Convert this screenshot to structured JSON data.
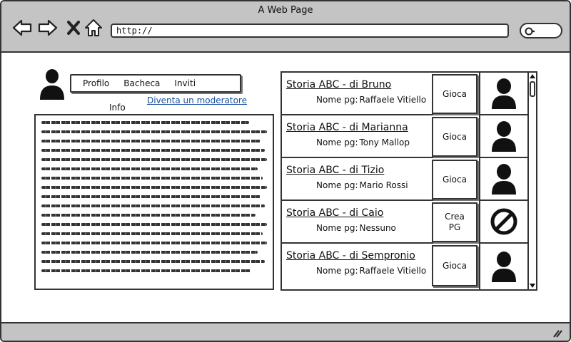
{
  "window": {
    "title": "A Web Page"
  },
  "browser": {
    "url": "http://",
    "icons": [
      "back-arrow-icon",
      "forward-arrow-icon",
      "stop-x-icon",
      "home-icon",
      "search-icon"
    ]
  },
  "profile": {
    "tabs": [
      {
        "label": "Profilo"
      },
      {
        "label": "Bacheca"
      },
      {
        "label": "Inviti"
      }
    ],
    "moderator_link": "Diventa un moderatore",
    "info_label": "Info"
  },
  "stories": [
    {
      "title": "Storia ABC - di Bruno",
      "pg_label": "Nome pg:",
      "pg_name": "Raffaele Vitiello",
      "action": "Gioca",
      "avatar": "user-icon"
    },
    {
      "title": "Storia ABC - di Marianna",
      "pg_label": "Nome pg:",
      "pg_name": "Tony Mallop",
      "action": "Gioca",
      "avatar": "user-icon"
    },
    {
      "title": "Storia ABC - di Tizio",
      "pg_label": "Nome pg:",
      "pg_name": "Mario Rossi",
      "action": "Gioca",
      "avatar": "user-icon"
    },
    {
      "title": "Storia ABC - di Caio",
      "pg_label": "Nome pg:",
      "pg_name": "Nessuno",
      "action": "Crea\nPG",
      "avatar": "prohibited-icon"
    },
    {
      "title": "Storia ABC - di Sempronio",
      "pg_label": "Nome pg:",
      "pg_name": "Raffaele Vitiello",
      "action": "Gioca",
      "avatar": "user-icon"
    }
  ],
  "colors": {
    "chrome": "#c4c4c4",
    "link": "#1a4fa0",
    "border": "#333333"
  }
}
